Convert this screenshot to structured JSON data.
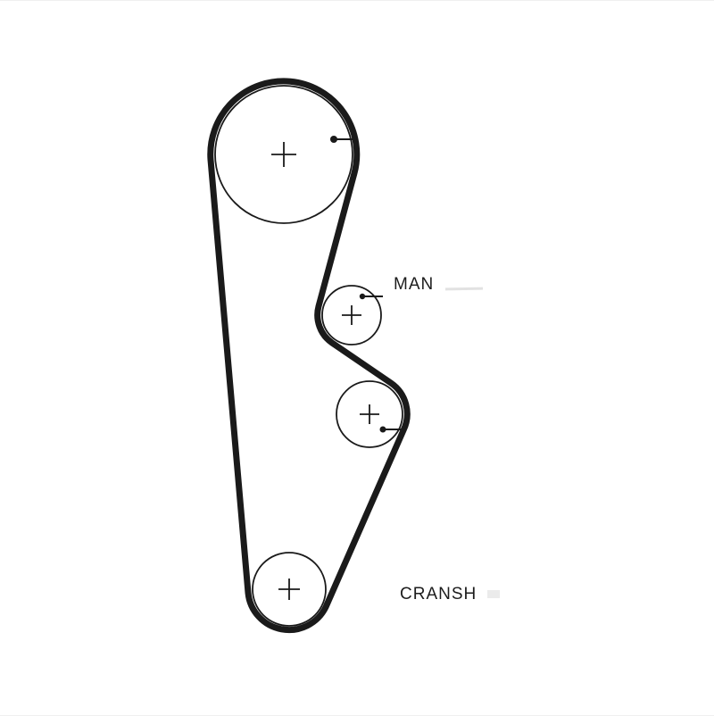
{
  "diagram": {
    "kind": "timing-belt-routing",
    "colors": {
      "belt": "#1a1a1a",
      "pulley_outline": "#1a1a1a",
      "background": "#ffffff",
      "faded_text": "#d6d6d6"
    },
    "labels": {
      "upper": "MAN",
      "lower": "CRANSH"
    },
    "pulleys": [
      {
        "name": "top-large-pulley"
      },
      {
        "name": "upper-small-pulley"
      },
      {
        "name": "middle-medium-pulley"
      },
      {
        "name": "bottom-pulley"
      }
    ]
  }
}
